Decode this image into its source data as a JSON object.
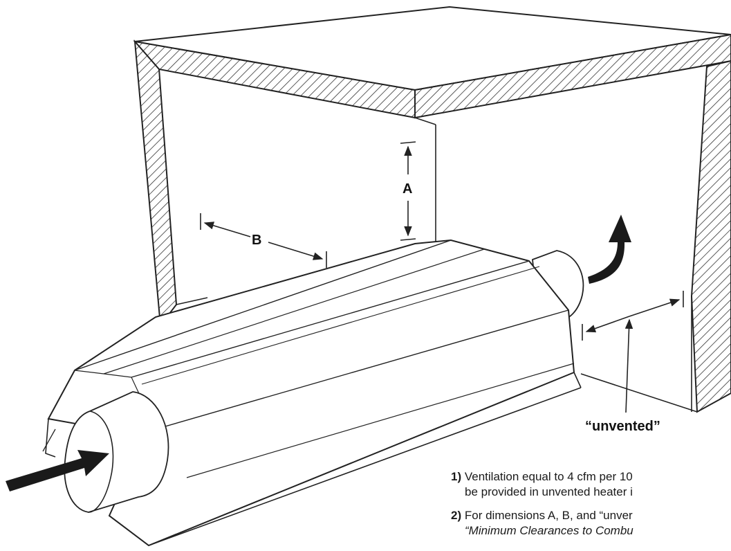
{
  "dimensions": {
    "a": "A",
    "b": "B",
    "unvented": "“unvented”"
  },
  "notes": [
    {
      "number": "1)",
      "line1": "Ventilation equal to 4 cfm per 10",
      "line2": "be provided in unvented heater i"
    },
    {
      "number": "2)",
      "line1": "For dimensions A, B, and “unver",
      "line2": "“Minimum Clearances to Combu"
    }
  ],
  "icons": {
    "inlet": "inlet-airflow-arrow-icon",
    "exhaust": "exhaust-airflow-arrow-icon"
  },
  "colors": {
    "line": "#222222",
    "arrow": "#1a1a1a"
  }
}
